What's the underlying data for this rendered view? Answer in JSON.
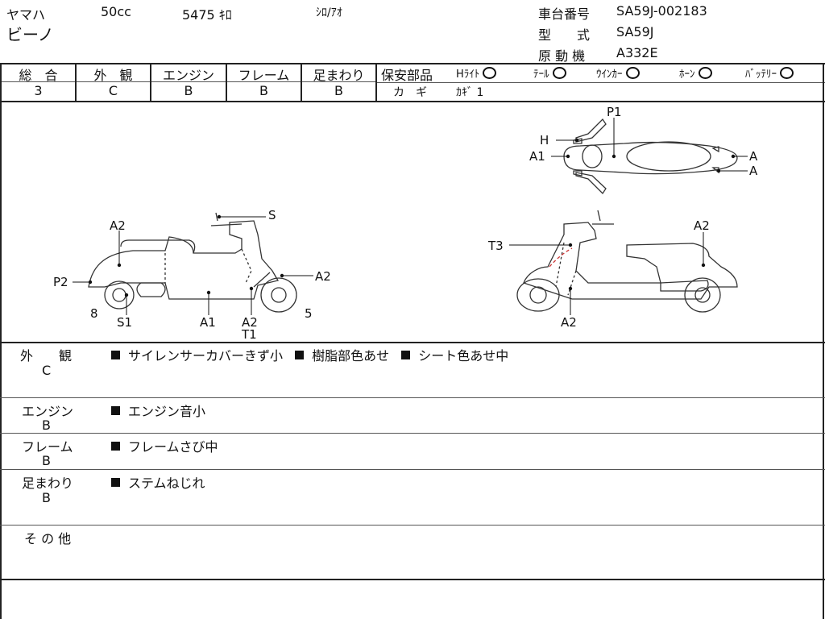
{
  "header": {
    "maker": "ヤマハ",
    "cc": "50cc",
    "mileage": "5475 ｷﾛ",
    "color": "ｼﾛ/ｱｵ",
    "model_name": "ビーノ",
    "frame_no_label": "車台番号",
    "frame_no": "SA59J-002183",
    "type_label": "型　　式",
    "type": "SA59J",
    "engine_label": "原 動 機",
    "engine": "A332E"
  },
  "grades": {
    "overall_label": "総　合",
    "overall": "3",
    "exterior_label": "外　観",
    "exterior": "C",
    "engine_label": "エンジン",
    "engine": "B",
    "frame_label": "フレーム",
    "frame": "B",
    "suspension_label": "足まわり",
    "suspension": "B"
  },
  "safety": {
    "label": "保安部品",
    "headlight": "Hﾗｲﾄ",
    "tail": "ﾃｰﾙ",
    "winker": "ｳｲﾝｶｰ",
    "horn": "ﾎｰﾝ",
    "battery": "ﾊﾞｯﾃﾘｰ",
    "key_label": "カ　ギ",
    "key_value": "ｶｷﾞ 1"
  },
  "diagram_labels": {
    "p1": "P1",
    "h": "H",
    "a1_top": "A1",
    "a_r1": "A",
    "a_r2": "A",
    "s": "S",
    "a2_l": "A2",
    "p2": "P2",
    "a2_r": "A2",
    "n8": "8",
    "s1": "S1",
    "a1_b": "A1",
    "a2_b": "A2",
    "t1": "T1",
    "n5": "5",
    "t3": "T3",
    "a2_rr": "A2",
    "a2_rb": "A2"
  },
  "remarks": {
    "exterior_label": "外　　観",
    "exterior_grade": "C",
    "exterior_items": [
      "サイレンサーカバーきず小",
      "樹脂部色あせ",
      "シート色あせ中"
    ],
    "engine_label": "エンジン",
    "engine_grade": "B",
    "engine_items": [
      "エンジン音小"
    ],
    "frame_label": "フレーム",
    "frame_grade": "B",
    "frame_items": [
      "フレームさび中"
    ],
    "suspension_label": "足まわり",
    "suspension_grade": "B",
    "suspension_items": [
      "ステムねじれ"
    ],
    "other_label": "そ の 他"
  }
}
